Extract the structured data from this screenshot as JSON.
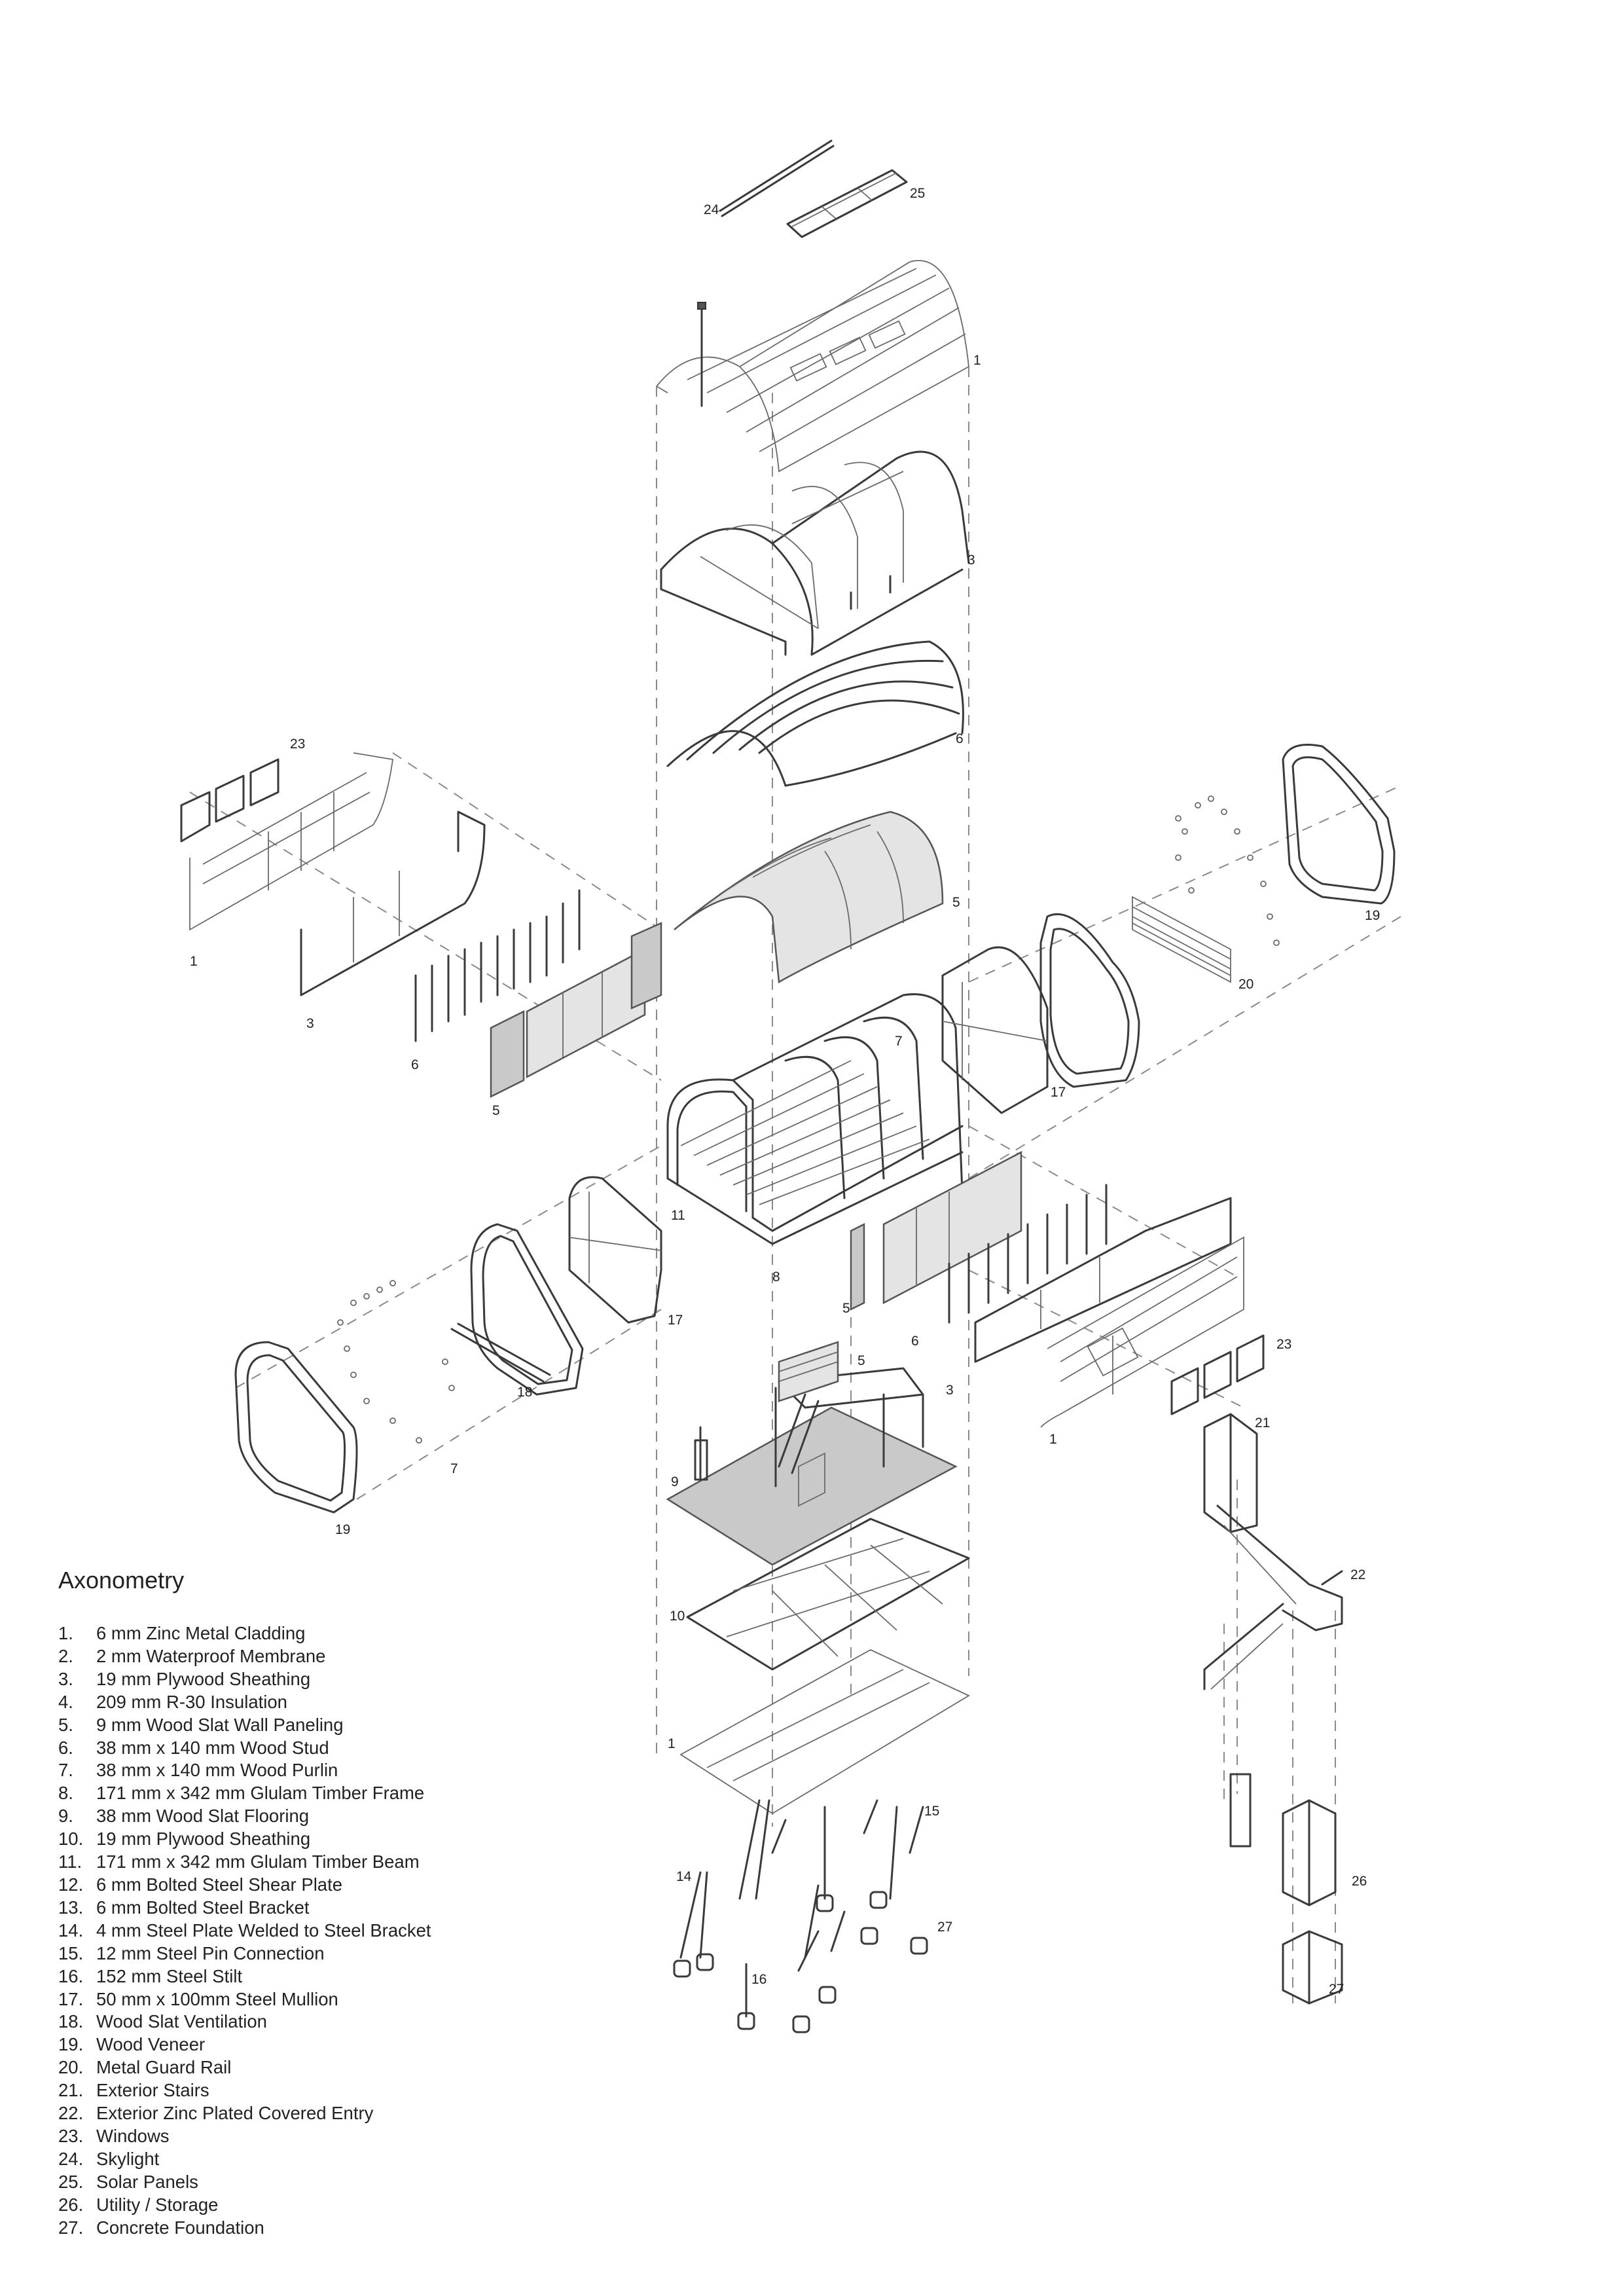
{
  "legend": {
    "title": "Axonometry",
    "items": [
      {
        "num": "1.",
        "label": "6 mm Zinc Metal Cladding"
      },
      {
        "num": "2.",
        "label": "2 mm Waterproof Membrane"
      },
      {
        "num": "3.",
        "label": "19 mm Plywood Sheathing"
      },
      {
        "num": "4.",
        "label": "209 mm R-30 Insulation"
      },
      {
        "num": "5.",
        "label": "9 mm Wood Slat Wall Paneling"
      },
      {
        "num": "6.",
        "label": "38 mm x 140 mm Wood Stud"
      },
      {
        "num": "7.",
        "label": "38 mm x 140 mm Wood Purlin"
      },
      {
        "num": "8.",
        "label": "171 mm x 342 mm Glulam Timber Frame"
      },
      {
        "num": "9.",
        "label": "38 mm Wood Slat Flooring"
      },
      {
        "num": "10.",
        "label": "19 mm Plywood Sheathing"
      },
      {
        "num": "11.",
        "label": "171 mm x 342 mm Glulam Timber Beam"
      },
      {
        "num": "12.",
        "label": "6 mm Bolted Steel Shear Plate"
      },
      {
        "num": "13.",
        "label": "6 mm Bolted Steel Bracket"
      },
      {
        "num": "14.",
        "label": "4 mm Steel Plate Welded to Steel Bracket"
      },
      {
        "num": "15.",
        "label": "12 mm Steel Pin Connection"
      },
      {
        "num": "16.",
        "label": "152 mm Steel Stilt"
      },
      {
        "num": "17.",
        "label": "50 mm x 100mm Steel Mullion"
      },
      {
        "num": "18.",
        "label": "Wood Slat Ventilation"
      },
      {
        "num": "19.",
        "label": "Wood Veneer"
      },
      {
        "num": "20.",
        "label": "Metal Guard Rail"
      },
      {
        "num": "21.",
        "label": "Exterior Stairs"
      },
      {
        "num": "22.",
        "label": "Exterior Zinc Plated Covered Entry"
      },
      {
        "num": "23.",
        "label": "Windows"
      },
      {
        "num": "24.",
        "label": "Skylight"
      },
      {
        "num": "25.",
        "label": "Solar Panels"
      },
      {
        "num": "26.",
        "label": "Utility / Storage"
      },
      {
        "num": "27.",
        "label": "Concrete Foundation"
      }
    ]
  },
  "callouts": {
    "c1": "1",
    "c3": "3",
    "c5": "5",
    "c6": "6",
    "c7": "7",
    "c8": "8",
    "c9": "9",
    "c10": "10",
    "c11": "11",
    "c14": "14",
    "c15": "15",
    "c16": "16",
    "c17": "17",
    "c18": "18",
    "c19": "19",
    "c20": "20",
    "c21": "21",
    "c22": "22",
    "c23": "23",
    "c24": "24",
    "c25": "25",
    "c26": "26",
    "c27": "27"
  }
}
